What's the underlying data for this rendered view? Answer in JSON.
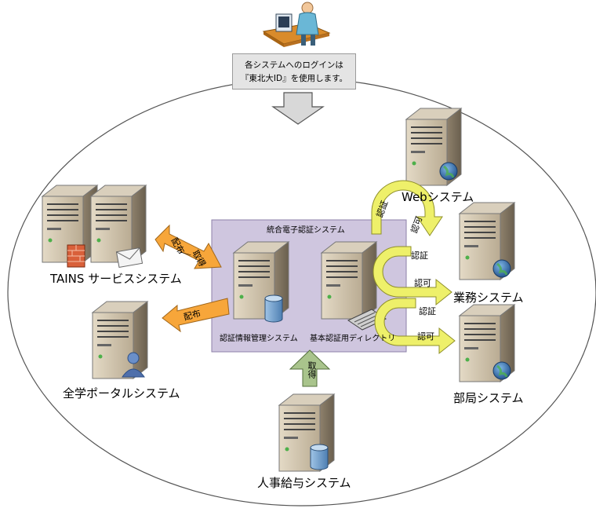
{
  "note": {
    "line1": "各システムへのログインは",
    "line2": "『東北大ID』を使用します。"
  },
  "central_system": {
    "title": "統合電子認証システム",
    "left_server_label": "認証情報管理システム",
    "right_server_label": "基本認証用ディレクトリ"
  },
  "nodes": {
    "tains": "TAINS サービスシステム",
    "portal": "全学ポータルシステム",
    "jinji": "人事給与システム",
    "web": "Webシステム",
    "gyomu": "業務システム",
    "bukyoku": "部局システム"
  },
  "arrows": {
    "tains_line1": "配布",
    "tains_sep": "／",
    "tains_line2": "取得",
    "portal": "配布",
    "jinji": "取得",
    "auth": "認証",
    "authz": "認可"
  },
  "colors": {
    "orange_arrow": "#f7a63a",
    "yellow_arrow": "#eef06a",
    "green_arrow": "#a9c48c",
    "central_box": "#cfc6df"
  }
}
